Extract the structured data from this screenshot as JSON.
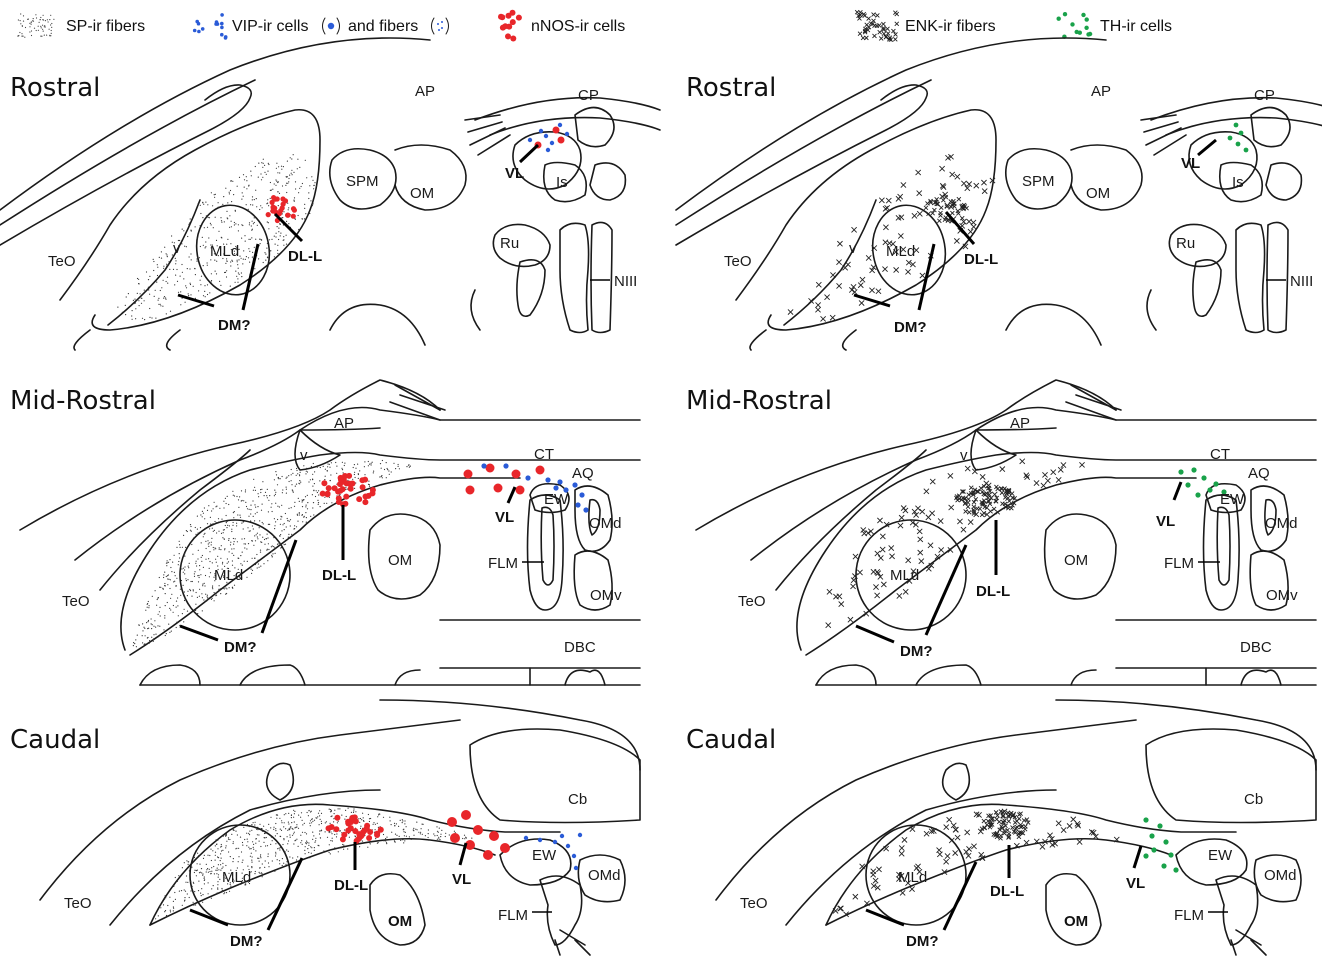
{
  "legend": {
    "sp_fibers": "SP-ir fibers",
    "vip": "VIP-ir cells",
    "vip_and_fibers": "and fibers",
    "nnos_cells": "nNOS-ir cells",
    "enk_fibers": "ENK-ir fibers",
    "th_cells": "TH-ir cells"
  },
  "colors": {
    "vip_blue": "#2a5bd7",
    "nnos_red": "#e8262a",
    "th_green": "#19a24a",
    "outline": "#1a1a1a"
  },
  "rows": {
    "rostral": "Rostral",
    "mid": "Mid-Rostral",
    "caudal": "Caudal"
  },
  "labels": {
    "TeO": "TeO",
    "MLd": "MLd",
    "v": "v",
    "DM": "DM?",
    "DLL": "DL-L",
    "AP": "AP",
    "CP": "CP",
    "SPM": "SPM",
    "OM": "OM",
    "VL": "VL",
    "Is": "Is",
    "Ru": "Ru",
    "NIII": "NIII",
    "CT": "CT",
    "AQ": "AQ",
    "EW": "EW",
    "OMd": "OMd",
    "OMv": "OMv",
    "FLM": "FLM",
    "DBC": "DBC",
    "Cb": "Cb"
  }
}
